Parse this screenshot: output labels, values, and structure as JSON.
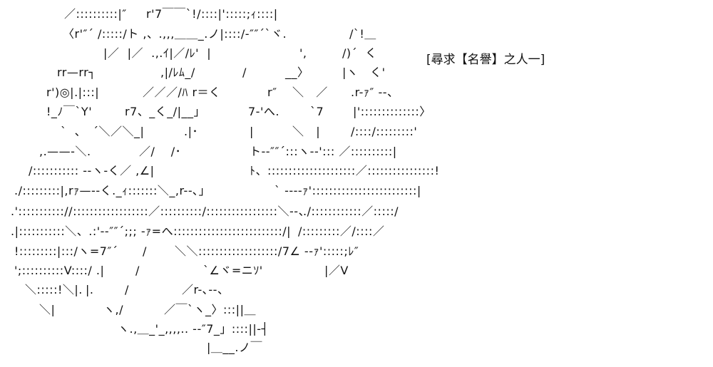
{
  "title": "[尋求【名譽】之人一]",
  "art": {
    "l1": [
      "／::::::::::|″",
      "r'7￣￣`!/::::|':::::;ｨ::::|"
    ],
    "l2": [
      "〈r'″´ /:::::/ト ,、.,,,＿＿_.ノ|::::/-″″´`ヾ.",
      "/`!＿"
    ],
    "l3": [
      "|／  |／  .,.ｲ|／/ﾚ'  |",
      "',",
      "/)´  く"
    ],
    "l4": [
      "rr—rr┐",
      ",|/ﾚﾑ_/",
      "/",
      "__〉",
      "|ヽ   く'"
    ],
    "l5": [
      "r')◎|.|:::|",
      "／／／/ﾊ r＝く",
      "r″",
      "＼   ／",
      ".r-ｧ″ --、"
    ],
    "l6": [
      "!_ﾉ￣`Y'",
      "r7、_く_/|__」",
      "7-'へ.",
      "`7",
      "|'::::::::::::::〉"
    ],
    "l7": [
      "`  、",
      "´＼／＼_|",
      ".|･",
      "|",
      "＼   |",
      "/::::/:::::::::'"
    ],
    "l8": [
      ",.——-＼.",
      "／/    /･",
      "ト--″″´:::ヽ--'::: ／::::::::::|"
    ],
    "l9": [
      "/::::::::::: --ヽ-く／ ,∠|",
      "ﾄ、:::::::::::::::::::::／::::::::::::::::!"
    ],
    "l10": [
      "./:::::::::|,rｧ—--く._ｨ:::::::＼_,r--､」",
      "` ----ｧ':::::::::::::::::::::::::|"
    ],
    "l11": [
      ".'::::::::::://::::::::::::::::::／::::::::::/:::::::::::::::::＼--、",
      "./::::::::::::／:::::/"
    ],
    "l12": [
      ".|:::::::::::＼、.:'--″″´;;; -ｧ=へ::::::::::::::::::::::::::/|",
      "/:::::::::／/::::／"
    ],
    "l13": [
      "!:::::::::|:::/ヽ=7″´",
      "/",
      "＼＼:::::::::::::::::::/7∠ --ｧ':::::;ﾚ″"
    ],
    "l14": [
      "';::::::::::V::::/ .|",
      "/",
      "`∠ヾ=ニｿ'",
      "|／V"
    ],
    "l15": [
      "＼:::::!＼|.",
      "|.",
      "/",
      "／r-､--、"
    ],
    "l16": [
      "＼|",
      "ヽ,/",
      "／￣`ヽ_〉:::||＿"
    ],
    "l17": [
      "ヽ.,＿_'_,,,,.. --″7_」::::||-┤"
    ],
    "l18": [
      "|＿__.ノ￣"
    ]
  }
}
